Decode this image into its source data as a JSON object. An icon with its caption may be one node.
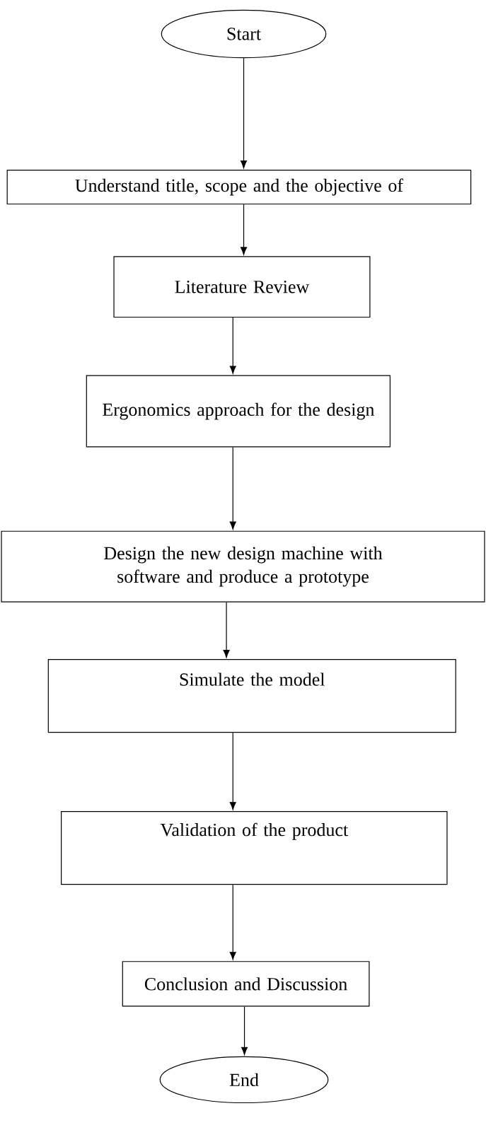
{
  "diagram": {
    "nodes": [
      {
        "text": [
          "Start"
        ]
      },
      {
        "text": [
          "Understand title, scope and the objective of"
        ]
      },
      {
        "text": [
          "Literature Review"
        ]
      },
      {
        "text": [
          "Ergonomics approach for the design"
        ]
      },
      {
        "text": [
          "Design the new design machine with software and produce a prototype"
        ]
      },
      {
        "text": [
          "Simulate the model"
        ]
      },
      {
        "text": [
          "Validation of the product"
        ]
      },
      {
        "text": [
          "Conclusion and Discussion"
        ]
      },
      {
        "text": [
          "End"
        ]
      }
    ],
    "edges": [
      {
        "from": 0,
        "to": 1,
        "arrow": "to"
      },
      {
        "from": 1,
        "to": 2,
        "arrow": "to"
      },
      {
        "from": 2,
        "to": 3,
        "arrow": "to"
      },
      {
        "from": 3,
        "to": 4,
        "arrow": "to"
      },
      {
        "from": 4,
        "to": 5,
        "arrow": "to"
      },
      {
        "from": 5,
        "to": 6,
        "arrow": "to"
      },
      {
        "from": 6,
        "to": 7,
        "arrow": "to"
      },
      {
        "from": 7,
        "to": 8,
        "arrow": "to"
      }
    ]
  }
}
